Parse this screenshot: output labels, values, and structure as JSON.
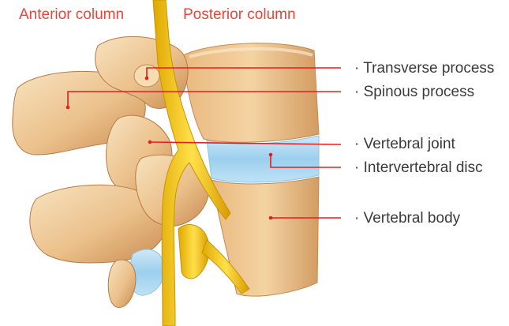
{
  "column_titles": {
    "anterior": "Anterior column",
    "posterior": "Posterior column"
  },
  "callouts": [
    {
      "id": "transverse",
      "text": "· Transverse process"
    },
    {
      "id": "spinous",
      "text": "· Spinous process"
    },
    {
      "id": "joint",
      "text": "· Vertebral joint"
    },
    {
      "id": "disc",
      "text": "· Intervertebral disc"
    },
    {
      "id": "body",
      "text": "· Vertebral body"
    }
  ],
  "colors": {
    "title_red": "#e8463a",
    "leader_line": "#e02020",
    "bone_light": "#f3d6a8",
    "bone_mid": "#e2ad6e",
    "bone_dark": "#b97a45",
    "disc": "#9fd0ee",
    "nerve": "#f0c21a"
  }
}
